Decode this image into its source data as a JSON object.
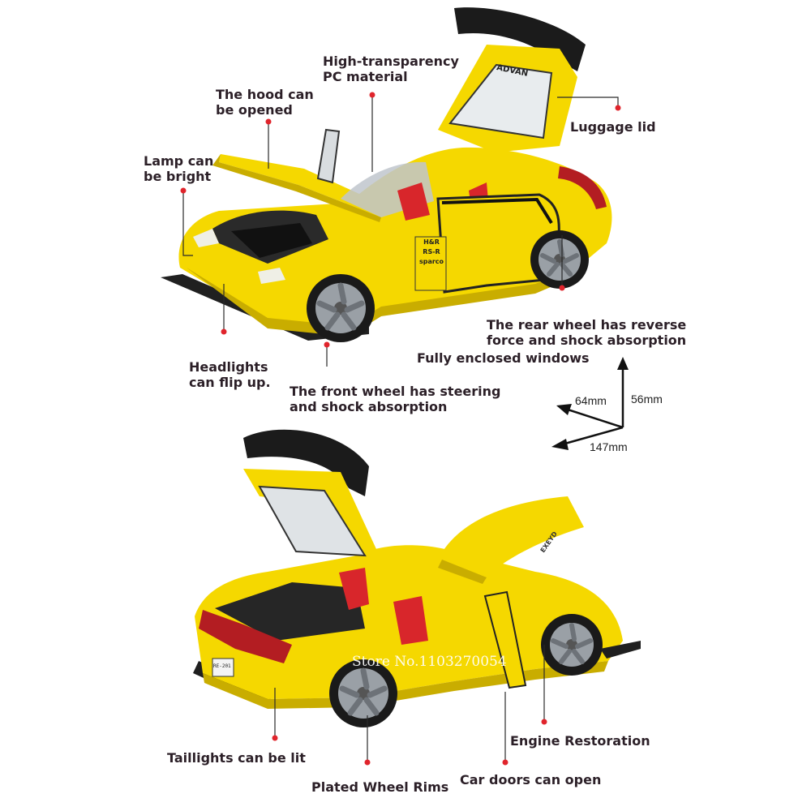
{
  "labels": {
    "high_transparency": "High-transparency\nPC material",
    "hood": "The hood can\nbe opened",
    "luggage_lid": "Luggage lid",
    "lamp": "Lamp can\nbe bright",
    "rear_wheel": "The rear wheel has reverse\nforce and shock absorption",
    "windows": "Fully enclosed windows",
    "headlights": "Headlights\ncan flip up.",
    "front_wheel": "The front wheel has steering\nand shock absorption",
    "taillights": "Taillights can be lit",
    "plated_rims": "Plated Wheel Rims",
    "engine": "Engine Restoration",
    "doors": "Car doors can open"
  },
  "dimensions": {
    "width": "64mm",
    "height": "56mm",
    "length": "147mm"
  },
  "watermark": "Store No.1103270054",
  "car_markings": {
    "sponsor_top": "H&R",
    "sponsor_rsr": "RS-R",
    "sponsor_sparco": "sparco",
    "wing_brand": "ADVAN",
    "hood_brand": "EXEYD",
    "plate": "RE-201"
  },
  "colors": {
    "car_body": "#f5d800",
    "car_shadow": "#c9ad00",
    "wing": "#1b1b1b",
    "seat": "#d8262b",
    "rim": "#9aa0a6",
    "marker": "#e0242c",
    "text": "#2b1f27"
  }
}
